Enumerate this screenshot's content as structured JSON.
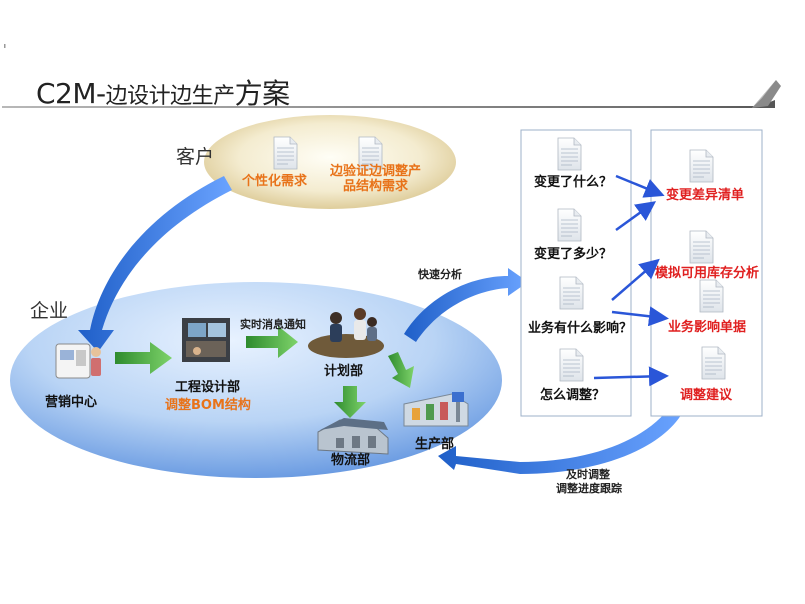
{
  "title": {
    "c2m": "C2M-",
    "part1": "边设计边生产",
    "part2": "方案"
  },
  "sections": {
    "customer": "客户",
    "enterprise": "企业"
  },
  "customer_needs": {
    "item1": "个性化需求",
    "item2": "边验证边调整产\n品结构需求"
  },
  "departments": {
    "marketing": "营销中心",
    "engineering": "工程设计部",
    "engineering_sub": "调整BOM结构",
    "planning": "计划部",
    "logistics": "物流部",
    "production": "生产部"
  },
  "arrow_notes": {
    "realtime": "实时消息通知",
    "quick": "快速分析",
    "adjust1": "及时调整",
    "adjust2": "调整进度跟踪"
  },
  "questions": [
    "变更了什么？",
    "变更了多少？",
    "业务有什么影响？",
    "怎么调整？"
  ],
  "outputs": [
    "变更差异清单",
    "模拟可用库存分析",
    "业务影响单据",
    "调整建议"
  ]
}
